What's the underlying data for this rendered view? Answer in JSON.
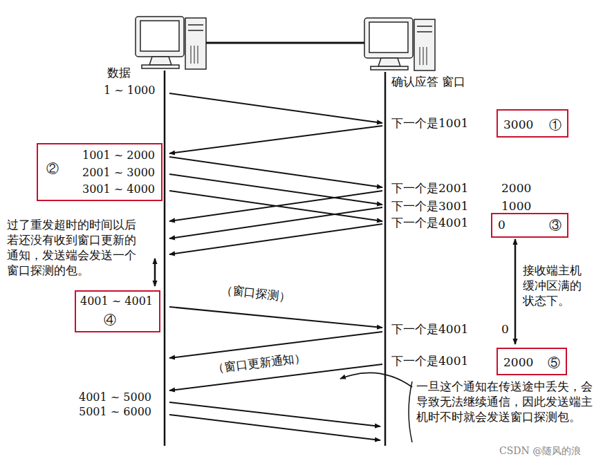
{
  "diagram": {
    "nodes": [
      {
        "text": [
          "3000",
          "①"
        ]
      },
      {
        "text": [
          "②",
          "1001 ~ 2000",
          "2001 ~ 3000",
          "3001 ~ 4000"
        ]
      },
      {
        "text": [
          "0",
          "③"
        ]
      },
      {
        "text": [
          "4001 ~ 4001",
          "④"
        ]
      },
      {
        "text": [
          "2000",
          "⑤"
        ]
      }
    ],
    "labels": [
      "数据",
      "1 ~ 1000",
      "确认应答 窗口",
      "下一个是1001",
      "下一个是2001",
      "2000",
      "下一个是3001",
      "1000",
      "下一个是4001",
      "过了重发超时的时间以后若还没有收到窗口更新的通知，发送端会发送一个窗口探测的包。",
      "接收端主机缓冲区满的状态下。",
      "（窗口探测）",
      "下一个是4001",
      "0",
      "（窗口更新通知）",
      "下一个是4001",
      "4001 ~ 5000",
      "5001 ~ 6000",
      "一旦这个通知在传送途中丢失，会导致无法继续通信，因此发送端主机时不时就会发送窗口探测包。",
      "CSDN @随风的浪"
    ]
  }
}
